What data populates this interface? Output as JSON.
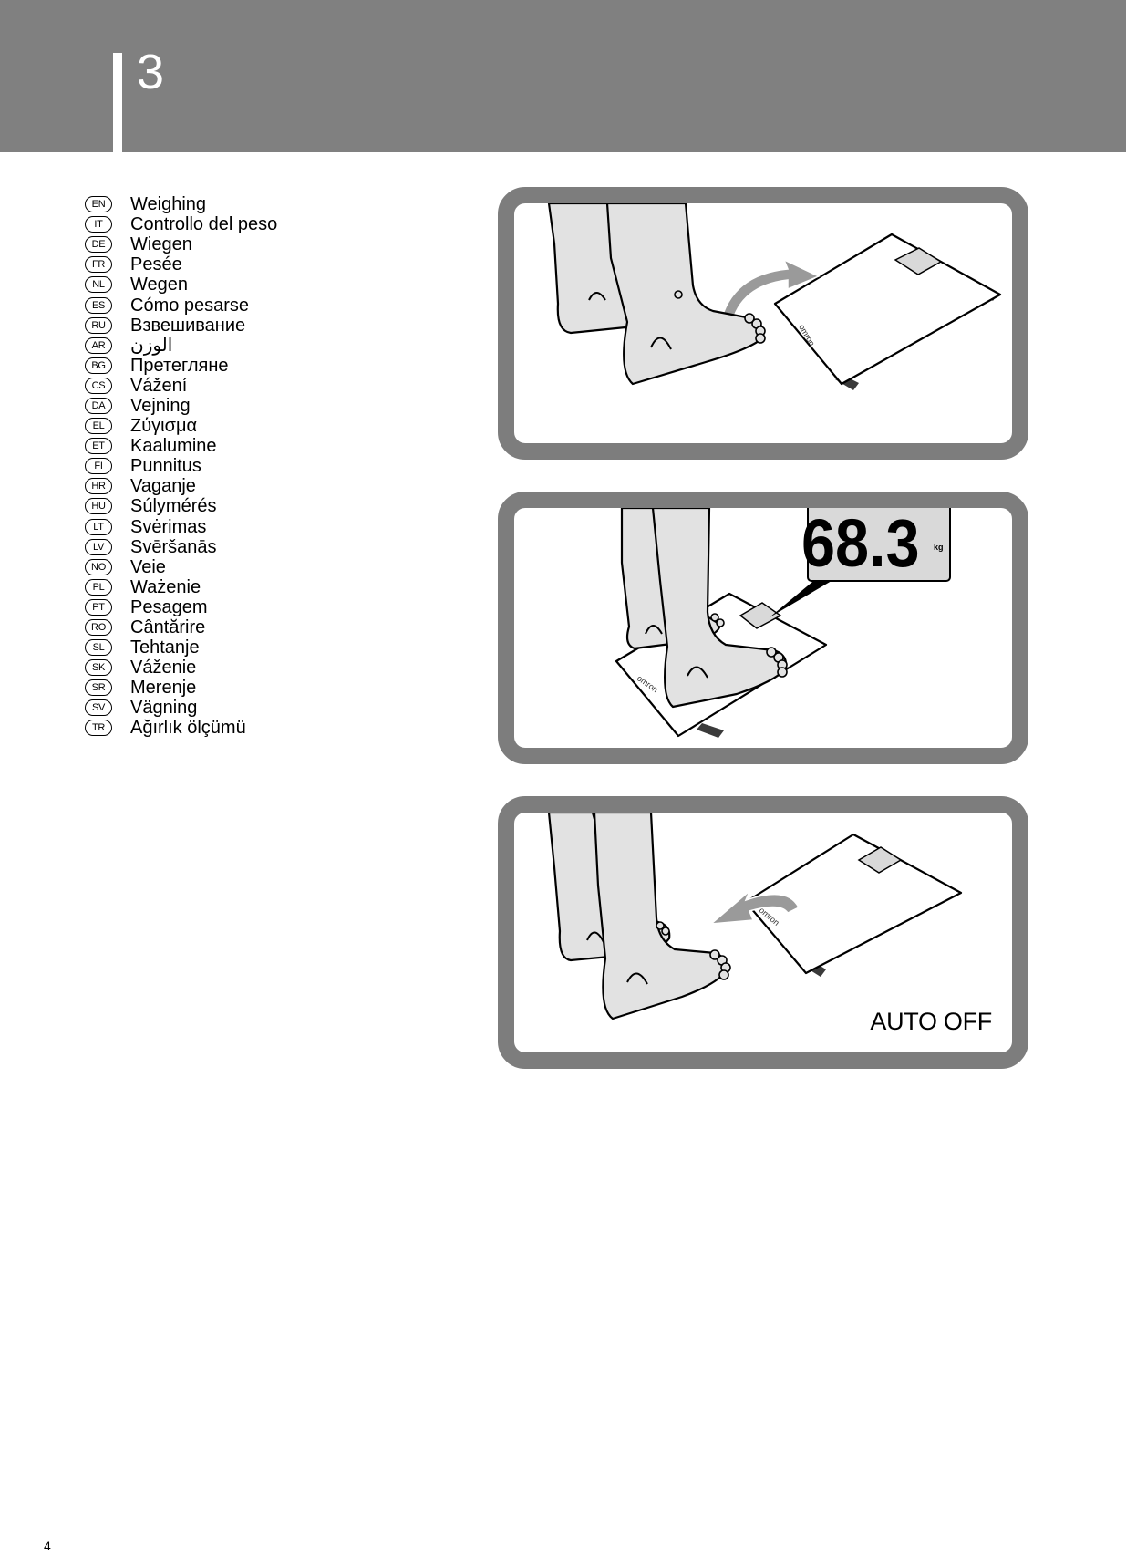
{
  "header": {
    "step_number": "3"
  },
  "languages": [
    {
      "code": "EN",
      "label": "Weighing"
    },
    {
      "code": "IT",
      "label": "Controllo del peso"
    },
    {
      "code": "DE",
      "label": "Wiegen"
    },
    {
      "code": "FR",
      "label": "Pesée"
    },
    {
      "code": "NL",
      "label": "Wegen"
    },
    {
      "code": "ES",
      "label": "Cómo pesarse"
    },
    {
      "code": "RU",
      "label": "Взвешивание"
    },
    {
      "code": "AR",
      "label": "الوزن"
    },
    {
      "code": "BG",
      "label": "Претегляне"
    },
    {
      "code": "CS",
      "label": "Vážení"
    },
    {
      "code": "DA",
      "label": "Vejning"
    },
    {
      "code": "EL",
      "label": "Ζύγισμα"
    },
    {
      "code": "ET",
      "label": "Kaalumine"
    },
    {
      "code": "FI",
      "label": "Punnitus"
    },
    {
      "code": "HR",
      "label": "Vaganje"
    },
    {
      "code": "HU",
      "label": "Súlymérés"
    },
    {
      "code": "LT",
      "label": "Svėrimas"
    },
    {
      "code": "LV",
      "label": "Svēršanās"
    },
    {
      "code": "NO",
      "label": "Veie"
    },
    {
      "code": "PL",
      "label": "Ważenie"
    },
    {
      "code": "PT",
      "label": "Pesagem"
    },
    {
      "code": "RO",
      "label": "Cântărire"
    },
    {
      "code": "SL",
      "label": "Tehtanje"
    },
    {
      "code": "SK",
      "label": "Váženie"
    },
    {
      "code": "SR",
      "label": "Merenje"
    },
    {
      "code": "SV",
      "label": "Vägning"
    },
    {
      "code": "TR",
      "label": "Ağırlık ölçümü"
    }
  ],
  "panels": {
    "brand": "omron",
    "display_value": "68.3",
    "display_unit": "kg",
    "auto_off_label": "AUTO OFF"
  },
  "footer": {
    "page_number": "4"
  },
  "colors": {
    "header_band": "#808080",
    "panel_frame": "#7d7d7d",
    "leg_fill": "#e2e2e2",
    "lcd_fill": "#d9d9d9"
  }
}
